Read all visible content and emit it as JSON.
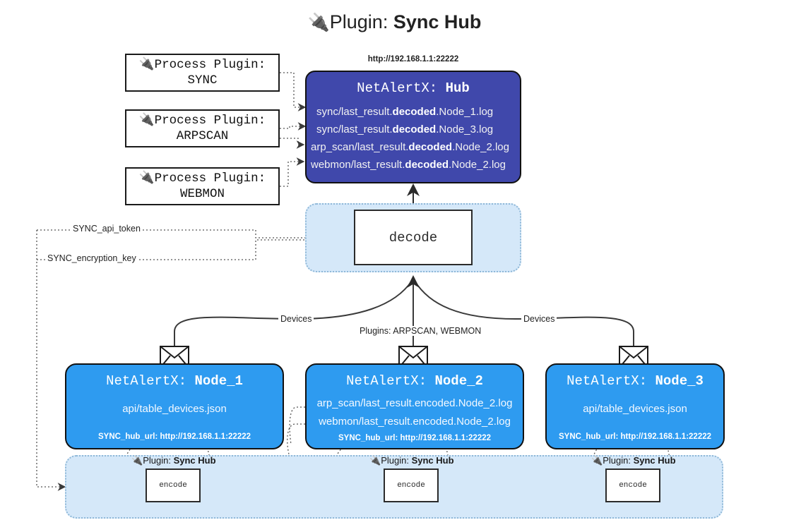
{
  "page": {
    "title_icon": "plug-icon",
    "title_prefix": "Plugin: ",
    "title_name": "Sync Hub"
  },
  "colors": {
    "hub_fill": "#4048ab",
    "node_fill": "#2e9bf0",
    "container_fill": "#d5e8f9",
    "container_border": "#8fb8d8",
    "stroke": "#111111",
    "text_dark": "#1f1f1f"
  },
  "process_plugins": [
    {
      "line1": "Process Plugin:",
      "line2": "SYNC",
      "icon": "plug-icon"
    },
    {
      "line1": "Process Plugin:",
      "line2": "ARPSCAN",
      "icon": "plug-icon"
    },
    {
      "line1": "Process Plugin:",
      "line2": "WEBMON",
      "icon": "plug-icon"
    }
  ],
  "hub": {
    "url": "http://192.168.1.1:22222",
    "title_prefix": "NetAlertX: ",
    "title_name": "Hub",
    "logs": [
      {
        "pre": "sync/last_result.",
        "mid": "decoded",
        "post": ".Node_1.log"
      },
      {
        "pre": "sync/last_result.",
        "mid": "decoded",
        "post": ".Node_3.log"
      },
      {
        "pre": "arp_scan/last_result.",
        "mid": "decoded",
        "post": ".Node_2.log"
      },
      {
        "pre": "webmon/last_result.",
        "mid": "decoded",
        "post": ".Node_2.log"
      }
    ]
  },
  "decode": {
    "label": "decode",
    "inputs": [
      {
        "label": "SYNC_api_token"
      },
      {
        "label": "SYNC_encryption_key"
      }
    ]
  },
  "edge_labels": {
    "devices_left": "Devices",
    "plugins_center": "Plugins: ARPSCAN, WEBMON",
    "devices_right": "Devices"
  },
  "nodes": [
    {
      "icon": "envelope-icon",
      "title_prefix": "NetAlertX: ",
      "title_name": "Node_1",
      "lines": [
        "api/table_devices.json"
      ],
      "url_label": "SYNC_hub_url: http://192.168.1.1:22222"
    },
    {
      "icon": "envelope-icon",
      "title_prefix": "NetAlertX: ",
      "title_name": "Node_2",
      "lines": [
        "arp_scan/last_result.encoded.Node_2.log",
        "webmon/last_result.encoded.Node_2.log"
      ],
      "url_label": "SYNC_hub_url: http://192.168.1.1:22222"
    },
    {
      "icon": "envelope-icon",
      "title_prefix": "NetAlertX: ",
      "title_name": "Node_3",
      "lines": [
        "api/table_devices.json"
      ],
      "url_label": "SYNC_hub_url: http://192.168.1.1:22222"
    }
  ],
  "encoders": [
    {
      "icon": "plug-icon",
      "plugin_prefix": "Plugin: ",
      "plugin_name": "Sync Hub",
      "box_label": "encode"
    },
    {
      "icon": "plug-icon",
      "plugin_prefix": "Plugin: ",
      "plugin_name": "Sync Hub",
      "box_label": "encode"
    },
    {
      "icon": "plug-icon",
      "plugin_prefix": "Plugin: ",
      "plugin_name": "Sync Hub",
      "box_label": "encode"
    }
  ]
}
